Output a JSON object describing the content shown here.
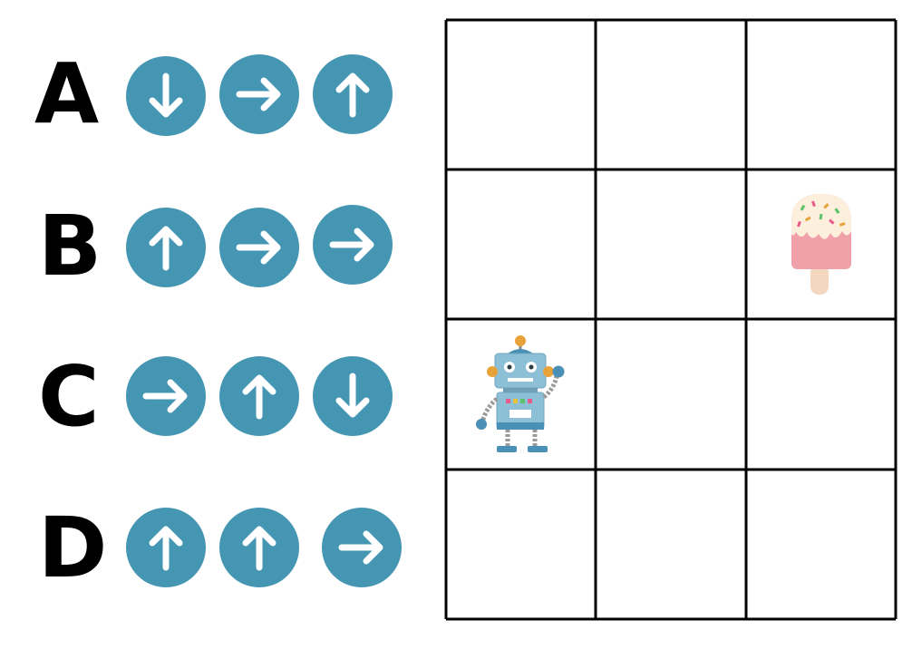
{
  "palette": {
    "arrow_button": "#4496b2",
    "arrow_glyph": "#ffffff",
    "grid_line": "#000000"
  },
  "options": [
    {
      "label": "A",
      "moves": [
        "down",
        "right",
        "up"
      ]
    },
    {
      "label": "B",
      "moves": [
        "up",
        "right",
        "right"
      ]
    },
    {
      "label": "C",
      "moves": [
        "right",
        "up",
        "down"
      ]
    },
    {
      "label": "D",
      "moves": [
        "up",
        "up",
        "right"
      ]
    }
  ],
  "grid": {
    "rows": 4,
    "cols": 3,
    "robot": {
      "row": 3,
      "col": 1,
      "icon": "robot-icon"
    },
    "goal": {
      "row": 2,
      "col": 3,
      "icon": "ice-pop-icon"
    }
  }
}
